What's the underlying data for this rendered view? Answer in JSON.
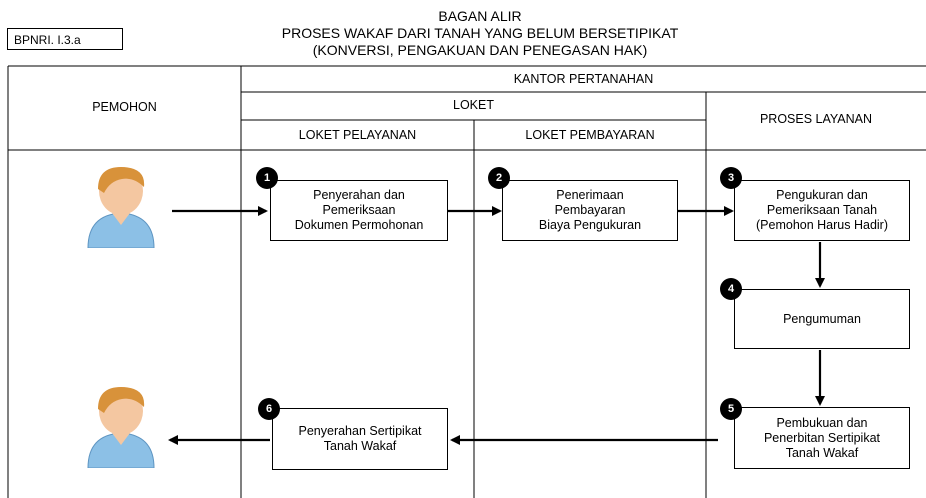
{
  "doc_code": "BPNRI. I.3.a",
  "title": {
    "line1": "BAGAN ALIR",
    "line2": "PROSES WAKAF DARI TANAH YANG BELUM BERSETIPIKAT",
    "line3": "(KONVERSI, PENGAKUAN DAN PENEGASAN HAK)"
  },
  "columns": {
    "pemohon": "PEMOHON",
    "kantor": "KANTOR PERTANAHAN",
    "loket": "LOKET",
    "loket_pelayanan": "LOKET PELAYANAN",
    "loket_pembayaran": "LOKET PEMBAYARAN",
    "proses_layanan": "PROSES LAYANAN"
  },
  "steps": [
    {
      "num": "1",
      "text": "Penyerahan dan\nPemeriksaan\nDokumen Permohonan"
    },
    {
      "num": "2",
      "text": "Penerimaan\nPembayaran\nBiaya Pengukuran"
    },
    {
      "num": "3",
      "text": "Pengukuran dan\nPemeriksaan Tanah\n(Pemohon Harus Hadir)"
    },
    {
      "num": "4",
      "text": "Pengumuman"
    },
    {
      "num": "5",
      "text": "Pembukuan dan\nPenerbitan Sertipikat\nTanah Wakaf"
    },
    {
      "num": "6",
      "text": "Penyerahan Sertipikat\nTanah Wakaf"
    }
  ],
  "colors": {
    "line": "#000000",
    "skin": "#f4c7a1",
    "hair": "#d8923a",
    "shirt": "#8cc0e6"
  }
}
